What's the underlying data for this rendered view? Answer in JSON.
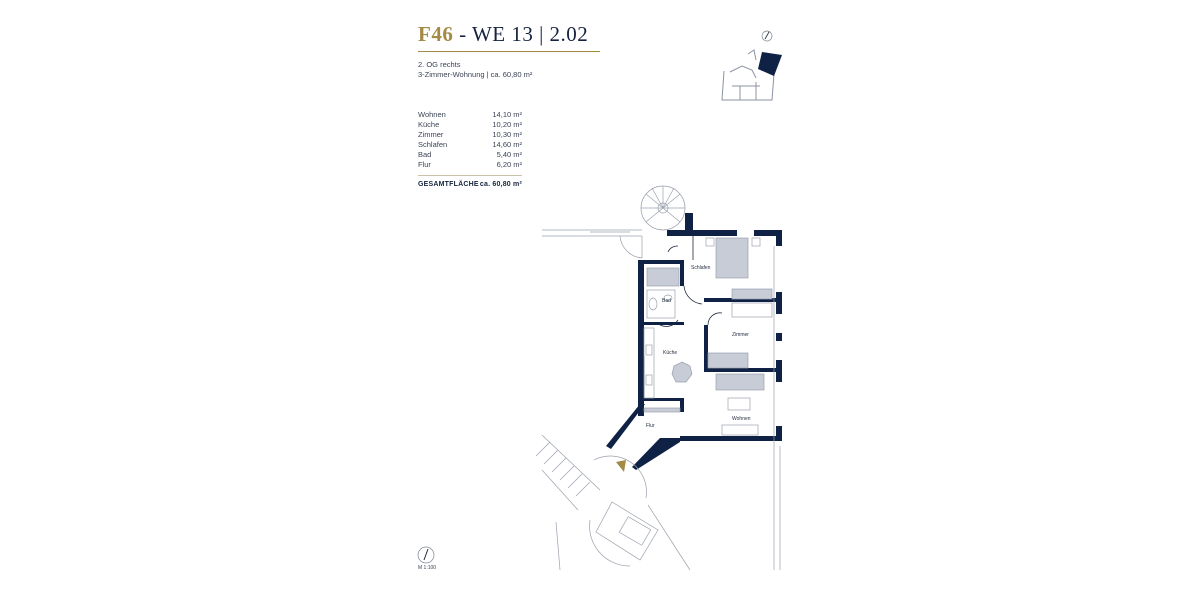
{
  "header": {
    "code": "F46",
    "rest": " - WE 13  |  2.02"
  },
  "unit": {
    "floor": "2. OG rechts",
    "type": "3-Zimmer-Wohnung | ca. 60,80 m²"
  },
  "rooms": [
    {
      "name": "Wohnen",
      "area": "14,10 m²"
    },
    {
      "name": "Küche",
      "area": "10,20 m²"
    },
    {
      "name": "Zimmer",
      "area": "10,30 m²"
    },
    {
      "name": "Schlafen",
      "area": "14,60 m²"
    },
    {
      "name": "Bad",
      "area": "5,40 m²"
    },
    {
      "name": "Flur",
      "area": "6,20 m²"
    }
  ],
  "total": {
    "label": "GESAMTFLÄCHE",
    "value": "ca. 60,80 m²"
  },
  "plan_labels": {
    "schlafen": "Schlafen",
    "bad": "Bad",
    "zimmer": "Zimmer",
    "kueche": "Küche",
    "wohnen": "Wohnen",
    "flur": "Flur"
  },
  "scale": "M 1:100",
  "colors": {
    "wall": "#0f2144",
    "gold": "#a38a45",
    "line": "#9aa1ad",
    "fixture": "#c7ccd6"
  }
}
